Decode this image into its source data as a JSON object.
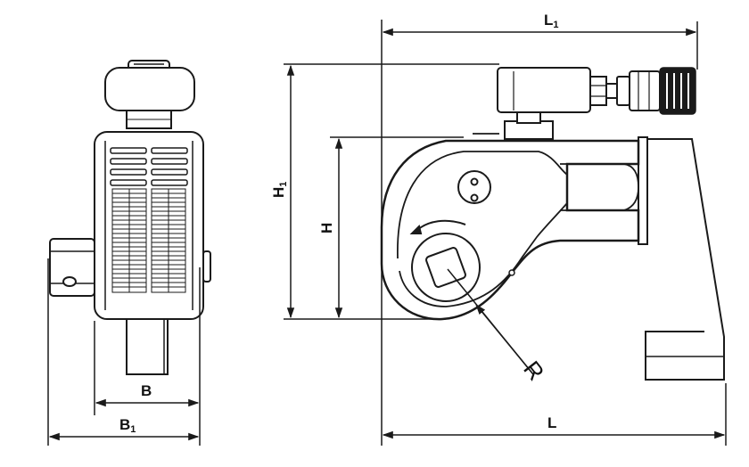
{
  "labels": {
    "B": "B",
    "B1_main": "B",
    "B1_sub": "1",
    "H": "H",
    "H1_main": "H",
    "H1_sub": "1",
    "L": "L",
    "L1_main": "L",
    "L1_sub": "1",
    "R": "R"
  },
  "colors": {
    "line": "#1a1a1a",
    "fill": "#ffffff",
    "shade": "#e6e6e6"
  }
}
